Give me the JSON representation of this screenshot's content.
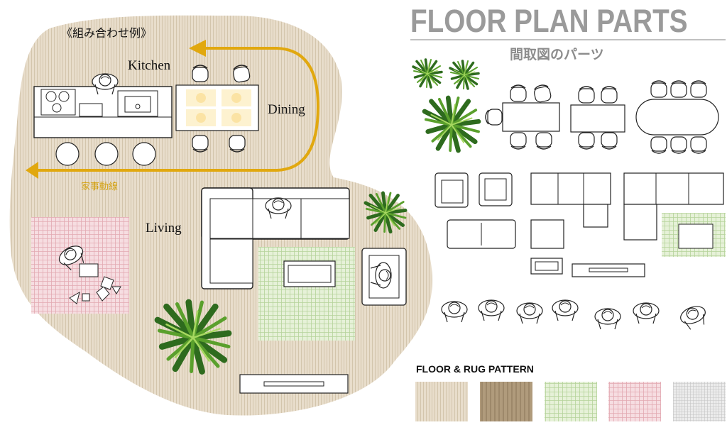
{
  "header": {
    "title": "FLOOR PLAN PARTS",
    "subtitle": "間取図のパーツ"
  },
  "example_plan": {
    "caption": "《組み合わせ例》",
    "rooms": {
      "kitchen": "Kitchen",
      "dining": "Dining",
      "living": "Living"
    },
    "flow_label": "家事動線"
  },
  "patterns": {
    "heading": "FLOOR & RUG PATTERN",
    "swatches": [
      "light-wood-floor",
      "dark-wood-floor",
      "green-check-rug",
      "pink-check-rug",
      "gray-mesh-rug"
    ]
  },
  "colors": {
    "floor": "#e6dbc9",
    "floor_line": "#d2c2a8",
    "flow_arrow": "#e1a80f",
    "title_gray": "#9a9a9a",
    "pink_rug": "#f1cfd4",
    "green_rug": "#dfeccd",
    "plant_dark": "#2e6b1e",
    "plant_light": "#8cc63f"
  }
}
